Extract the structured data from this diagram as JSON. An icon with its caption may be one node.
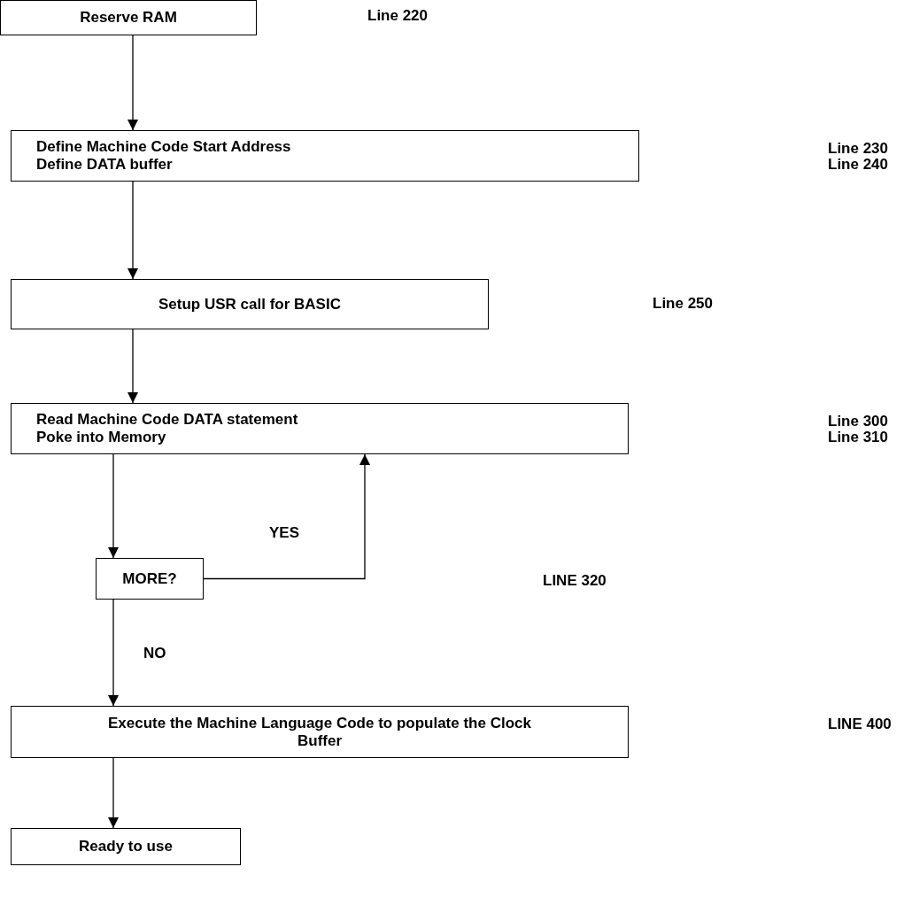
{
  "diagram": {
    "nodes": [
      {
        "text": [
          "Reserve RAM"
        ]
      },
      {
        "text": [
          "Define Machine Code Start Address",
          "Define DATA buffer"
        ]
      },
      {
        "text": [
          "Setup USR call for BASIC"
        ]
      },
      {
        "text": [
          "Read Machine Code DATA statement",
          "Poke into Memory"
        ]
      },
      {
        "text": [
          "MORE?"
        ]
      },
      {
        "text": [
          "Execute the Machine Language Code to populate the Clock Buffer"
        ]
      },
      {
        "text": [
          "Ready to use"
        ]
      }
    ],
    "edges": [
      {
        "from": 0,
        "to": 1,
        "arrow": "to"
      },
      {
        "from": 1,
        "to": 2,
        "arrow": "to"
      },
      {
        "from": 2,
        "to": 3,
        "arrow": "to"
      },
      {
        "from": 3,
        "to": 4,
        "arrow": "to"
      },
      {
        "from": 4,
        "to": 3,
        "arrow": "to",
        "label": "YES"
      },
      {
        "from": 4,
        "to": 5,
        "arrow": "to",
        "label": "NO"
      },
      {
        "from": 5,
        "to": 6,
        "arrow": "to"
      }
    ],
    "labels": [
      "Line 220",
      "Line 230",
      "Line 240",
      "Line 250",
      "Line 300",
      "Line 310",
      "LINE 320",
      "LINE 400"
    ]
  }
}
